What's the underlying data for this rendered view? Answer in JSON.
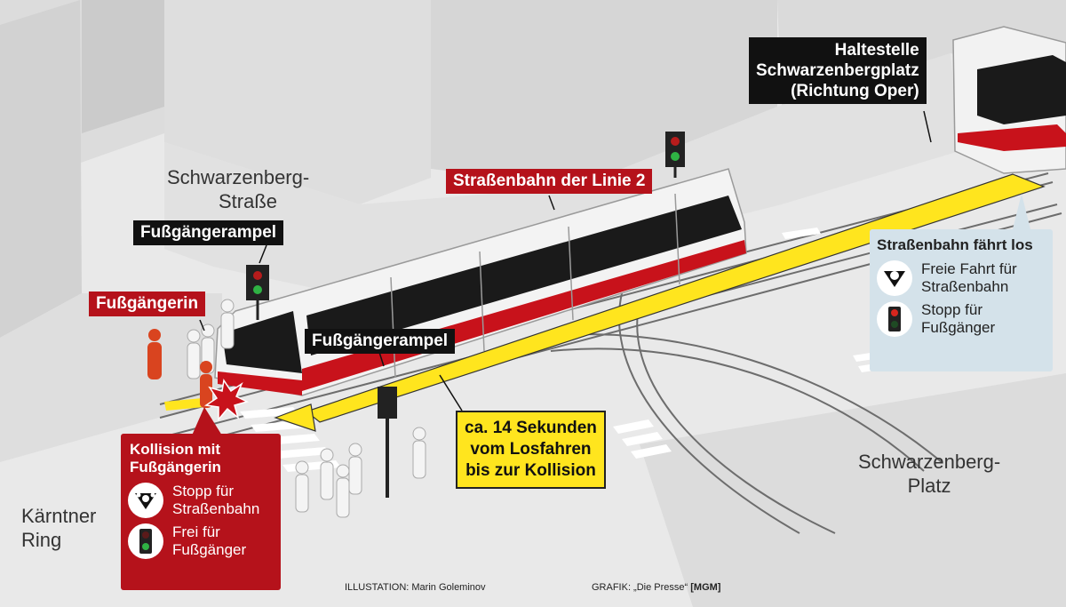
{
  "labels": {
    "tram": "Straßenbahn der Linie 2",
    "ped_light_1": "Fußgängerampel",
    "ped_light_2": "Fußgängerampel",
    "pedestrian": "Fußgängerin",
    "stop": {
      "line1": "Haltestelle",
      "line2": "Schwarzenbergplatz",
      "line3": "(Richtung Oper)"
    }
  },
  "streets": {
    "schwarzenbergstrasse": {
      "line1": "Schwarzenberg-",
      "line2": "Straße"
    },
    "kaerntner_ring": {
      "line1": "Kärntner",
      "line2": "Ring"
    },
    "schwarzenbergplatz": {
      "line1": "Schwarzenberg-",
      "line2": "Platz"
    }
  },
  "duration_box": {
    "line1": "ca. 14 Sekunden",
    "line2": "vom Losfahren",
    "line3": "bis zur Kollision"
  },
  "collision_panel": {
    "title_line1": "Kollision mit",
    "title_line2": "Fußgängerin",
    "row1": {
      "icon": "tram-signal-stop-icon",
      "line1": "Stopp für",
      "line2": "Straßenbahn"
    },
    "row2": {
      "icon": "pedestrian-light-green-icon",
      "line1": "Frei für",
      "line2": "Fußgänger"
    }
  },
  "departure_panel": {
    "title": "Straßenbahn fährt los",
    "row1": {
      "icon": "tram-signal-go-icon",
      "line1": "Freie Fahrt für",
      "line2": "Straßenbahn"
    },
    "row2": {
      "icon": "pedestrian-light-red-icon",
      "line1": "Stopp für",
      "line2": "Fußgänger"
    }
  },
  "credits": {
    "illustration": "ILLUSTATION: Marin Goleminov",
    "graphic": "GRAFIK: „Die Presse“",
    "graphic_tag": "[MGM]"
  },
  "colors": {
    "red_panel": "#b5121b",
    "blue_panel": "#d4e2ea",
    "yellow_arrow": "#ffe51e",
    "tram_stripe": "#c8121b",
    "ground": "#e9e9e9",
    "buildings": "#d9d9d9"
  }
}
